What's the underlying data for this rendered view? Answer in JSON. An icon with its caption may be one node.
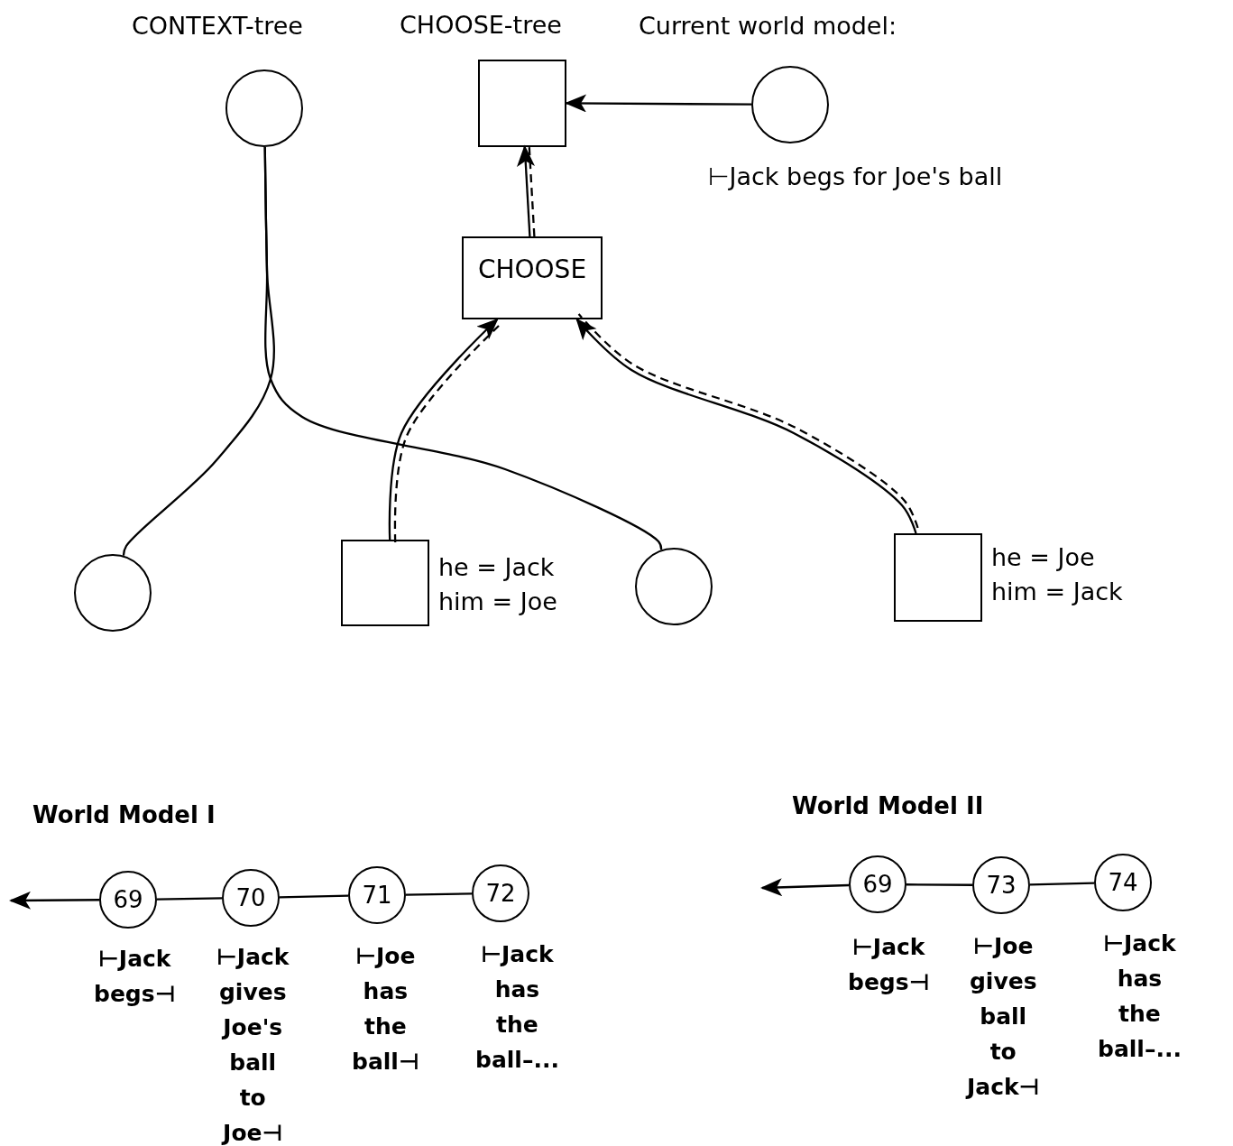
{
  "diagram": {
    "nodes": [
      {
        "text": [
          "CONTEXT-tree"
        ]
      },
      {
        "text": [
          "CHOOSE-tree"
        ]
      },
      {
        "text": [
          "Current world model:"
        ],
        "beside": [
          "⊢Jack begs for Joe's ball"
        ]
      },
      {
        "text": [
          "CHOOSE"
        ]
      },
      {
        "text": [],
        "shape": "circle"
      },
      {
        "text": [],
        "shape": "box",
        "beside": [
          "he = Jack him = Joe"
        ]
      },
      {
        "text": [],
        "shape": "circle"
      },
      {
        "text": [],
        "shape": "box",
        "beside": [
          "he = Joe him = Jack"
        ]
      },
      {
        "text": [
          "69"
        ],
        "beside": [
          "⊢Jack begs⊣"
        ]
      },
      {
        "text": [
          "70"
        ],
        "beside": [
          "⊢Jack gives Joe's ball to Joe⊣"
        ]
      },
      {
        "text": [
          "71"
        ],
        "beside": [
          "⊢Joe has the ball⊣"
        ]
      },
      {
        "text": [
          "72"
        ],
        "beside": [
          "⊢Jack has the ball–..."
        ]
      },
      {
        "text": [
          "69"
        ],
        "beside": [
          "⊢Jack begs⊣"
        ]
      },
      {
        "text": [
          "73"
        ],
        "beside": [
          "⊢Joe gives ball to Jack⊣"
        ]
      },
      {
        "text": [
          "74"
        ],
        "beside": [
          "⊢Jack has the ball–..."
        ]
      }
    ],
    "edges": [
      {
        "from": 0,
        "to": 4,
        "arrow": "none"
      },
      {
        "from": 0,
        "to": 6,
        "arrow": "none"
      },
      {
        "from": 3,
        "to": 1,
        "arrow": "to"
      },
      {
        "from": 3,
        "to": 1,
        "arrow": "none",
        "style": "dashed"
      },
      {
        "from": 5,
        "to": 3,
        "arrow": "to"
      },
      {
        "from": 5,
        "to": 3,
        "arrow": "none",
        "style": "dashed"
      },
      {
        "from": 7,
        "to": 3,
        "arrow": "to"
      },
      {
        "from": 7,
        "to": 3,
        "arrow": "none",
        "style": "dashed"
      },
      {
        "from": 2,
        "to": 1,
        "arrow": "to"
      },
      {
        "from": 8,
        "to": null,
        "arrow": "to"
      },
      {
        "from": 8,
        "to": 9,
        "arrow": "none"
      },
      {
        "from": 9,
        "to": 10,
        "arrow": "none"
      },
      {
        "from": 10,
        "to": 11,
        "arrow": "none"
      },
      {
        "from": 12,
        "to": null,
        "arrow": "to"
      },
      {
        "from": 12,
        "to": 13,
        "arrow": "none"
      },
      {
        "from": 13,
        "to": 14,
        "arrow": "none"
      }
    ],
    "labels": [
      "World Model I",
      "World Model II"
    ]
  }
}
